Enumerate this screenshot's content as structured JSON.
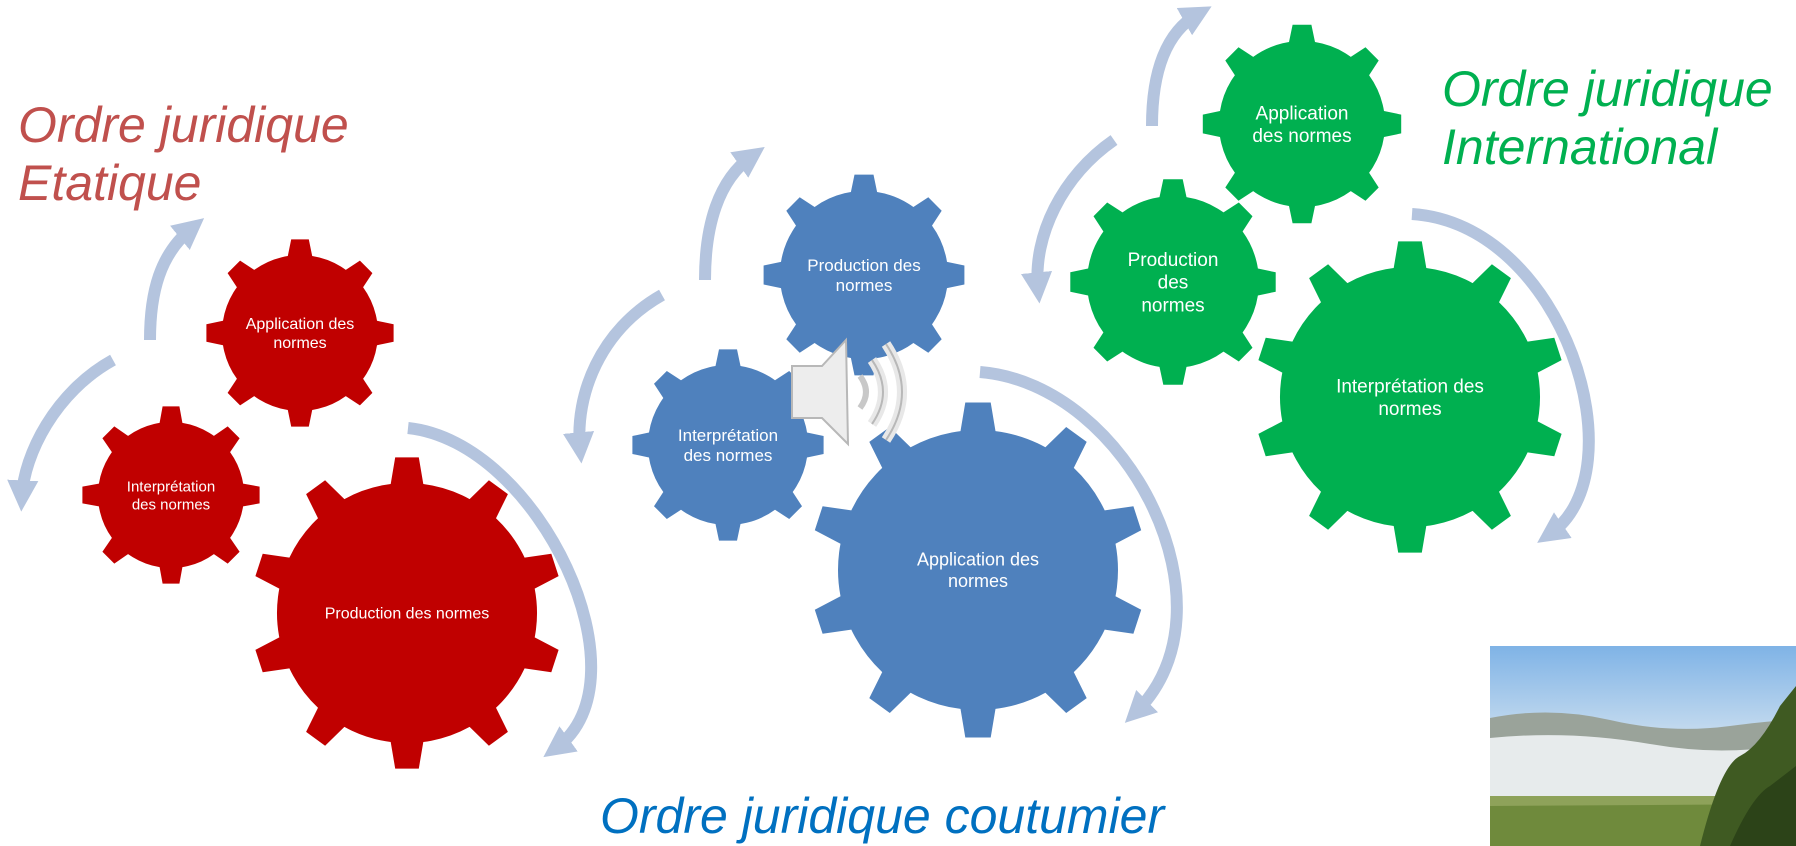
{
  "colors": {
    "etatique": "#c00000",
    "coutumier": "#4f81bd",
    "international": "#00b050",
    "arrow": "#b4c4de",
    "title_etatique": "#c0504d",
    "title_coutumier": "#0070c0",
    "title_international": "#00b050"
  },
  "titles": {
    "etatique": [
      "Ordre juridique",
      "Etatique"
    ],
    "international": [
      "Ordre juridique",
      "International"
    ],
    "coutumier": "Ordre juridique coutumier"
  },
  "groups": {
    "etatique": {
      "gear_small": [
        "Interprétation",
        "des normes"
      ],
      "gear_medium": [
        "Application des",
        "normes"
      ],
      "gear_large": [
        "Production des normes"
      ]
    },
    "coutumier": {
      "gear_small": [
        "Interprétation",
        "des normes"
      ],
      "gear_medium": [
        "Production des",
        "normes"
      ],
      "gear_large": [
        "Application des",
        "normes"
      ]
    },
    "international": {
      "gear_small": [
        "Application",
        "des normes"
      ],
      "gear_medium": [
        "Production",
        "des",
        "normes"
      ],
      "gear_large": [
        "Interprétation des",
        "normes"
      ]
    }
  },
  "icons": {
    "speaker": "speaker-icon",
    "photo": "landscape-photo"
  }
}
